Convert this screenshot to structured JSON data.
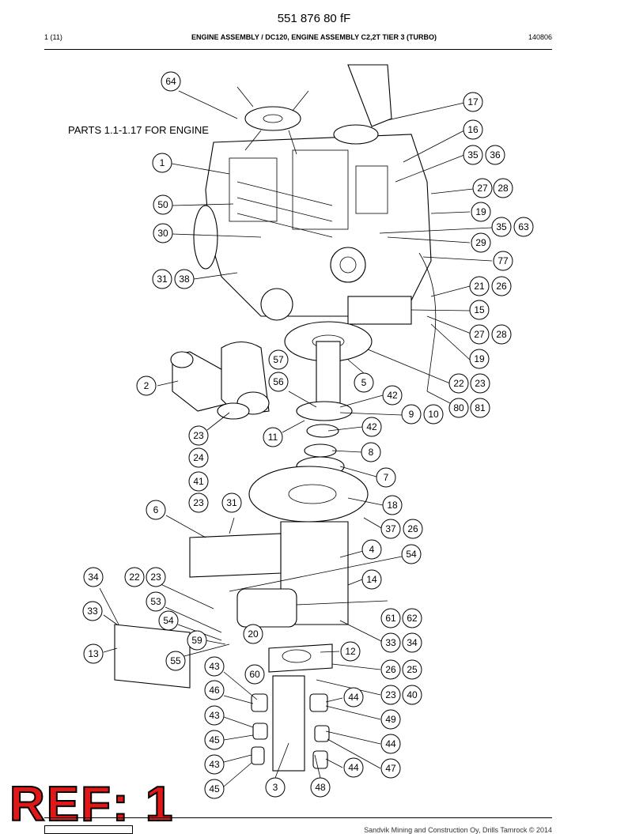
{
  "header": {
    "doc_number": "551 876 80 fF",
    "page": "1 (11)",
    "title": "ENGINE ASSEMBLY / DC120, ENGINE ASSEMBLY C2,2T TIER 3 (TURBO)",
    "code": "140806"
  },
  "note": "PARTS 1.1-1.17 FOR ENGINE",
  "callouts": [
    "64",
    "17",
    "16",
    "35",
    "36",
    "1",
    "27",
    "28",
    "50",
    "19",
    "35",
    "63",
    "30",
    "29",
    "77",
    "31",
    "38",
    "21",
    "26",
    "15",
    "27",
    "28",
    "19",
    "57",
    "56",
    "5",
    "22",
    "23",
    "2",
    "42",
    "9",
    "10",
    "80",
    "81",
    "42",
    "23",
    "11",
    "8",
    "24",
    "7",
    "41",
    "23",
    "31",
    "6",
    "18",
    "37",
    "26",
    "4",
    "54",
    "34",
    "22",
    "23",
    "14",
    "53",
    "33",
    "54",
    "61",
    "62",
    "59",
    "20",
    "33",
    "34",
    "13",
    "55",
    "12",
    "43",
    "26",
    "25",
    "60",
    "46",
    "23",
    "40",
    "44",
    "43",
    "49",
    "45",
    "44",
    "43",
    "47",
    "44",
    "45",
    "3",
    "48"
  ],
  "stamp": "REF: 1",
  "footer": "Sandvik Mining and Construction Oy, Drills Tamrock © 2014"
}
